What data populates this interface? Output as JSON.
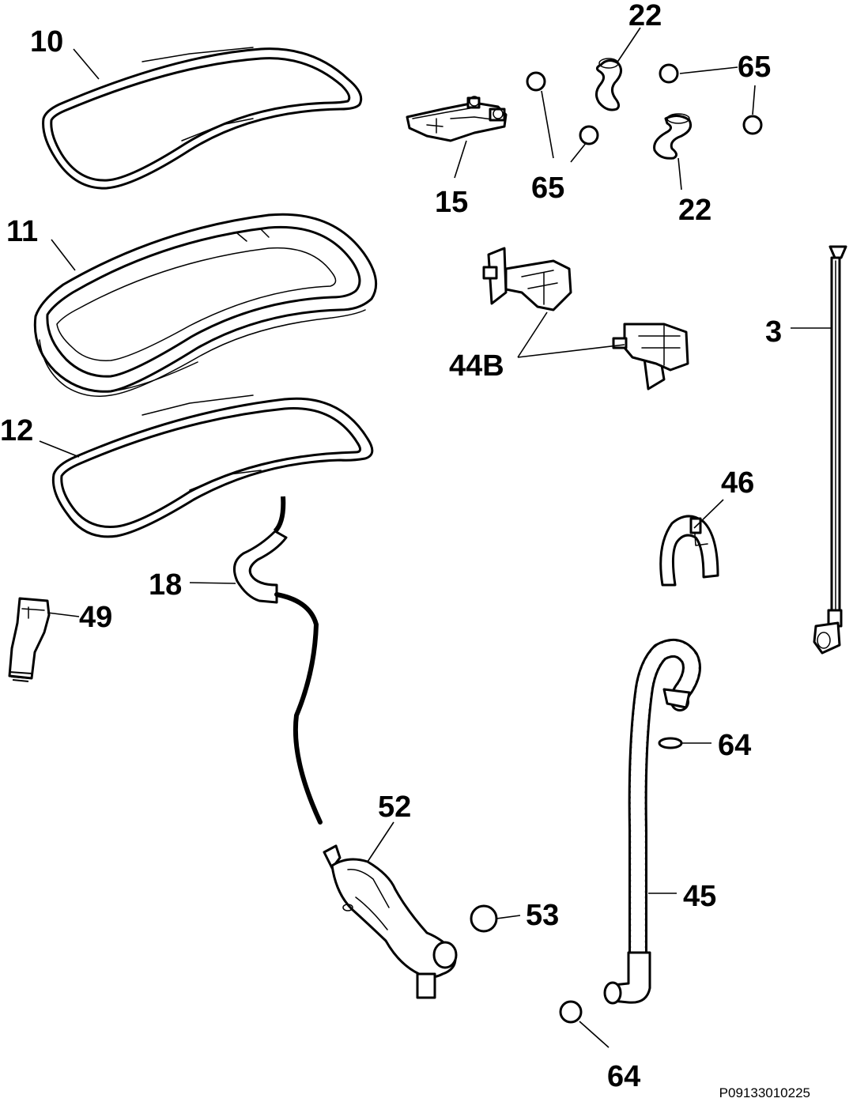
{
  "labels": {
    "p10": "10",
    "p11": "11",
    "p12": "12",
    "p15": "15",
    "p22a": "22",
    "p22b": "22",
    "p65a": "65",
    "p65b": "65",
    "p3": "3",
    "p44b": "44B",
    "p46": "46",
    "p18": "18",
    "p49": "49",
    "p52": "52",
    "p53": "53",
    "p64a": "64",
    "p64b": "64",
    "p45": "45"
  },
  "drawing_code": "P09133010225"
}
